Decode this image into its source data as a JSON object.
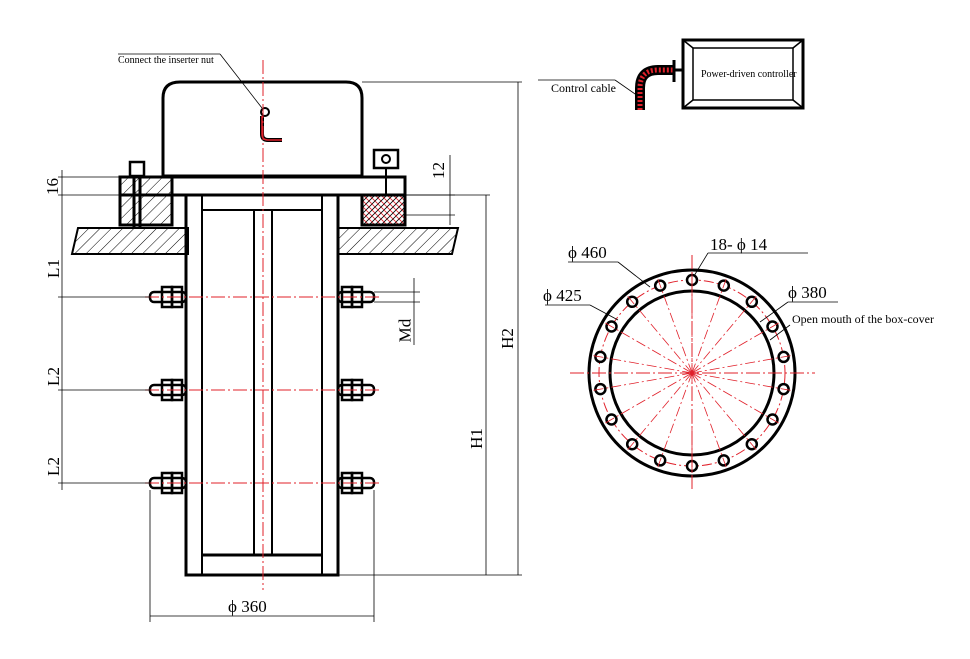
{
  "labels": {
    "connect_nut": "Connect the inserter nut",
    "control_cable": "Control cable",
    "power_controller": "Power-driven controller",
    "open_mouth": "Open mouth of the box-cover"
  },
  "dims": {
    "d16": "16",
    "d12": "12",
    "L1": "L1",
    "L2a": "L2",
    "L2b": "L2",
    "Md": "Md",
    "H1": "H1",
    "H2": "H2",
    "phi360": "ϕ 360",
    "phi460": "ϕ 460",
    "phi425": "ϕ 425",
    "phi380": "ϕ 380",
    "holes": "18- ϕ 14"
  },
  "colors": {
    "line": "#000000",
    "center": "#e0202a",
    "hatch": "#000000"
  }
}
